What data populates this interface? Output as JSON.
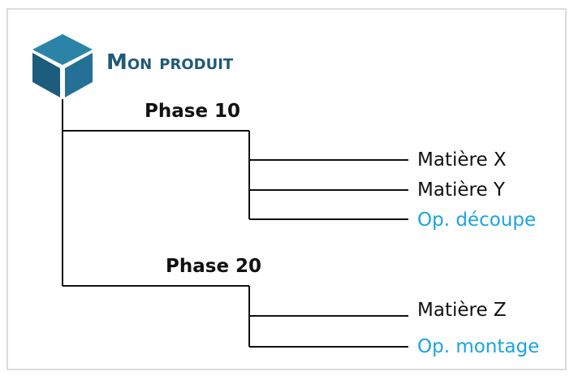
{
  "product": {
    "title": "Mon produit",
    "icon": "box-icon",
    "icon_colors": {
      "top": "#2b84a8",
      "left": "#1c5c7d",
      "right": "#257096"
    }
  },
  "colors": {
    "line": "#111111",
    "material_text": "#111111",
    "operation_text": "#1aa4e0",
    "title_text": "#1f5a78",
    "frame_border": "#dcdcdc"
  },
  "phases": [
    {
      "label": "Phase 10",
      "children": [
        {
          "label": "Matière X",
          "kind": "material"
        },
        {
          "label": "Matière Y",
          "kind": "material"
        },
        {
          "label": "Op. découpe",
          "kind": "operation"
        }
      ]
    },
    {
      "label": "Phase 20",
      "children": [
        {
          "label": "Matière Z",
          "kind": "material"
        },
        {
          "label": "Op. montage",
          "kind": "operation"
        }
      ]
    }
  ]
}
